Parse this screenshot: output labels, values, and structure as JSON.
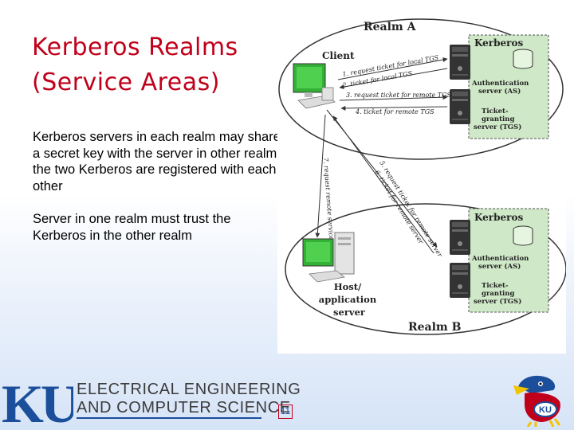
{
  "slide": {
    "title_line1": "Kerberos Realms",
    "title_line2": "(Service Areas)",
    "paragraph1": "Kerberos servers in each realm may share a secret key with the server in other realm; the two Kerberos are registered with each other",
    "paragraph2": "Server in one realm must trust the Kerberos in the other realm",
    "page_number": "11"
  },
  "diagram": {
    "realm_a": "Realm A",
    "realm_b": "Realm B",
    "client": "Client",
    "kerberos_a": "Kerberos",
    "kerberos_b": "Kerberos",
    "as_a": [
      "Authentication",
      "server (AS)"
    ],
    "tgs_a": [
      "Ticket-",
      "granting",
      "server (TGS)"
    ],
    "as_b": [
      "Authentication",
      "server (AS)"
    ],
    "tgs_b": [
      "Ticket-",
      "granting",
      "server (TGS)"
    ],
    "host": [
      "Host/",
      "application",
      "server"
    ],
    "messages": {
      "m1": "1. request ticket for local TGS",
      "m2": "2. ticket for local TGS",
      "m3": "3. request ticket for remote TGS",
      "m4": "4. ticket for remote TGS",
      "m5": "5. request ticket for remote server",
      "m6": "6. ticket for remote server",
      "m7": "7. request remote service"
    }
  },
  "footer": {
    "logo_letters": "KU",
    "dept_line1": "ELECTRICAL ENGINEERING",
    "dept_line2": "AND COMPUTER SCIENCE",
    "mascot_badge": "KU"
  },
  "colors": {
    "title_red": "#c0001a",
    "ku_blue": "#1b4e9b",
    "realm_fill": "#cfe8c7",
    "monitor_green": "#35b036"
  }
}
